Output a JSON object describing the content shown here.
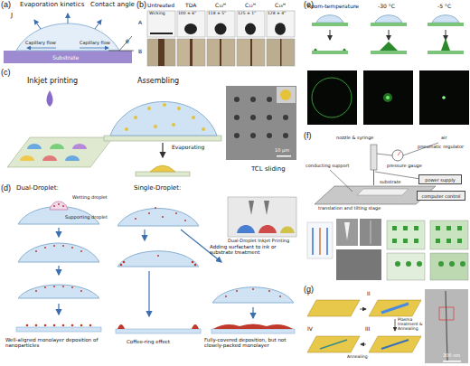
{
  "diagram": {
    "nodes": [
      {
        "text": [
          "(a)"
        ]
      },
      {
        "text": [
          "(b)"
        ]
      },
      {
        "text": [
          "(c)"
        ]
      },
      {
        "text": [
          "(d)"
        ]
      },
      {
        "text": [
          "(e)"
        ]
      },
      {
        "text": [
          "(f)"
        ]
      },
      {
        "text": [
          "power supply"
        ],
        "in": 5
      },
      {
        "text": [
          "computer control"
        ],
        "in": 5
      },
      {
        "text": [
          "(g)"
        ]
      }
    ],
    "labels": [
      "Evaporation kinetics",
      "Contact angle",
      "J",
      "θ",
      "Capillary flow",
      "Capillary flow",
      "Substrate",
      "Untreated",
      "TDA",
      "C₁₀ᴴ",
      "C₁₂ᴴ",
      "C₁₈ᴴ",
      "A",
      "B",
      "Wicking",
      "100 ± 6°",
      "118 ± 5°",
      "125 ± 1°",
      "128 ± 4°",
      "Inkjet printing",
      "Assembling",
      "Evaporating",
      "10 μm",
      "TCL sliding",
      "Dual-Droplet:",
      "Single-Droplet:",
      "Wetting droplet",
      "Supporting droplet",
      "Dual-Droplet Inkjet Printing",
      "Adding surfactant to ink or substrate treatment",
      "Well-aligned monolayer deposition of nanoparticles",
      "Coffee-ring effect",
      "Fully-covered deposition, but not closely-packed monolayer",
      "Room-temperature",
      "-30 °C",
      "-5 °C",
      "nozzle & syringe",
      "air",
      "pneumatic regulator",
      "pressure gauge",
      "conducting support",
      "substrate",
      "translation and tilting stage",
      "I",
      "II",
      "III",
      "IV",
      "Plasma treatment & Annealing",
      "Annealing",
      "300 nm"
    ]
  }
}
